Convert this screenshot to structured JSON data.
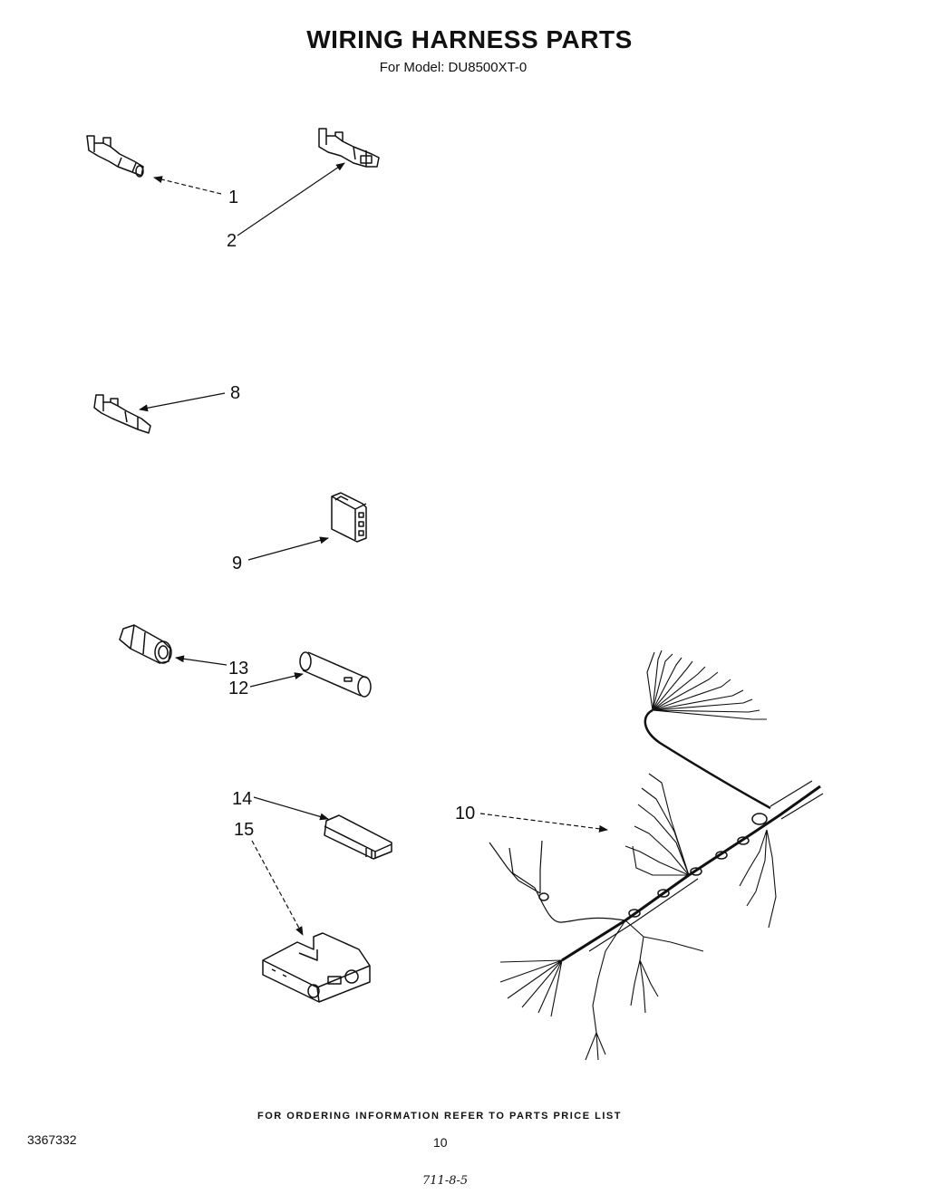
{
  "header": {
    "title": "WIRING HARNESS PARTS",
    "subtitle": "For Model: DU8500XT-0"
  },
  "callouts": {
    "c1": "1",
    "c2": "2",
    "c8": "8",
    "c9": "9",
    "c10": "10",
    "c12": "12",
    "c13": "13",
    "c14": "14",
    "c15": "15"
  },
  "footer": {
    "ordering_note": "FOR ORDERING INFORMATION REFER TO PARTS PRICE LIST",
    "document_number": "3367332",
    "page_number": "10",
    "handwritten_note": "711-8-5"
  }
}
